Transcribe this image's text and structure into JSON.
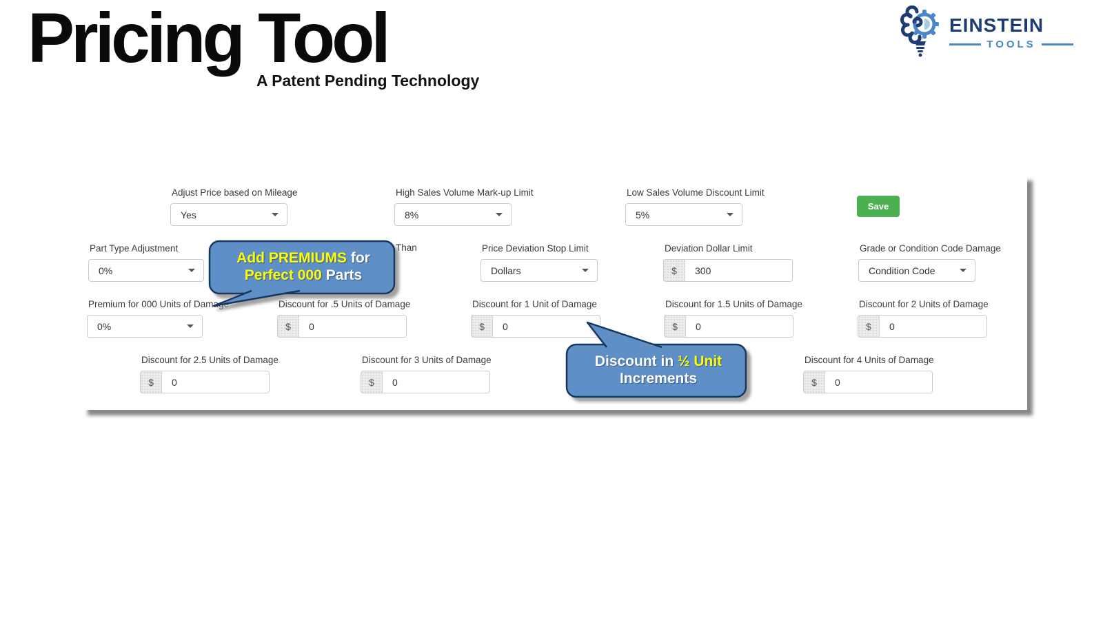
{
  "page": {
    "title": "Pricing Tool",
    "subtitle": "A Patent Pending Technology"
  },
  "logo": {
    "brand": "EINSTEIN",
    "brand_sub": "TOOLS"
  },
  "toolbar": {
    "save_label": "Save"
  },
  "fields": {
    "adjust_price_mileage": {
      "label": "Adjust Price based on Mileage",
      "value": "Yes"
    },
    "high_sales_volume": {
      "label": "High Sales Volume Mark-up Limit",
      "value": "8%"
    },
    "low_sales_volume": {
      "label": "Low Sales Volume Discount Limit",
      "value": "5%"
    },
    "part_type_adjustment": {
      "label": "Part Type Adjustment",
      "value": "0%"
    },
    "obscured_label_fragment": "Than",
    "price_deviation_stop": {
      "label": "Price Deviation Stop Limit",
      "value": "Dollars"
    },
    "deviation_dollar_limit": {
      "label": "Deviation Dollar Limit",
      "prefix": "$",
      "value": "300"
    },
    "grade_condition_code": {
      "label": "Grade or Condition Code Damage",
      "value": "Condition Code"
    },
    "premium_000": {
      "label": "Premium for 000 Units of Damage",
      "value": "0%"
    },
    "discount_half": {
      "label": "Discount for .5 Units of Damage",
      "prefix": "$",
      "value": "0"
    },
    "discount_1": {
      "label": "Discount for 1 Unit of Damage",
      "prefix": "$",
      "value": "0"
    },
    "discount_1_5": {
      "label": "Discount for 1.5 Units of Damage",
      "prefix": "$",
      "value": "0"
    },
    "discount_2": {
      "label": "Discount for 2 Units of Damage",
      "prefix": "$",
      "value": "0"
    },
    "discount_2_5": {
      "label": "Discount for 2.5 Units of Damage",
      "prefix": "$",
      "value": "0"
    },
    "discount_3": {
      "label": "Discount for 3 Units of Damage",
      "prefix": "$",
      "value": "0"
    },
    "discount_4": {
      "label": "Discount for 4 Units of Damage",
      "prefix": "$",
      "value": "0"
    }
  },
  "callouts": {
    "premiums": {
      "l1_hl": "Add PREMIUMS",
      "l1_rest": " for",
      "l2_hl": "Perfect 000",
      "l2_rest": " Parts"
    },
    "increments": {
      "l1_pre": "Discount in ",
      "l1_hl": "½ Unit",
      "l2": "Increments"
    }
  },
  "colors": {
    "accent_green": "#4caf50",
    "callout_fill": "#5e8fc7",
    "callout_border": "#17375e",
    "highlight_yellow": "#ffff00",
    "brand_navy": "#1e3c72",
    "brand_blue": "#4a86c8"
  }
}
